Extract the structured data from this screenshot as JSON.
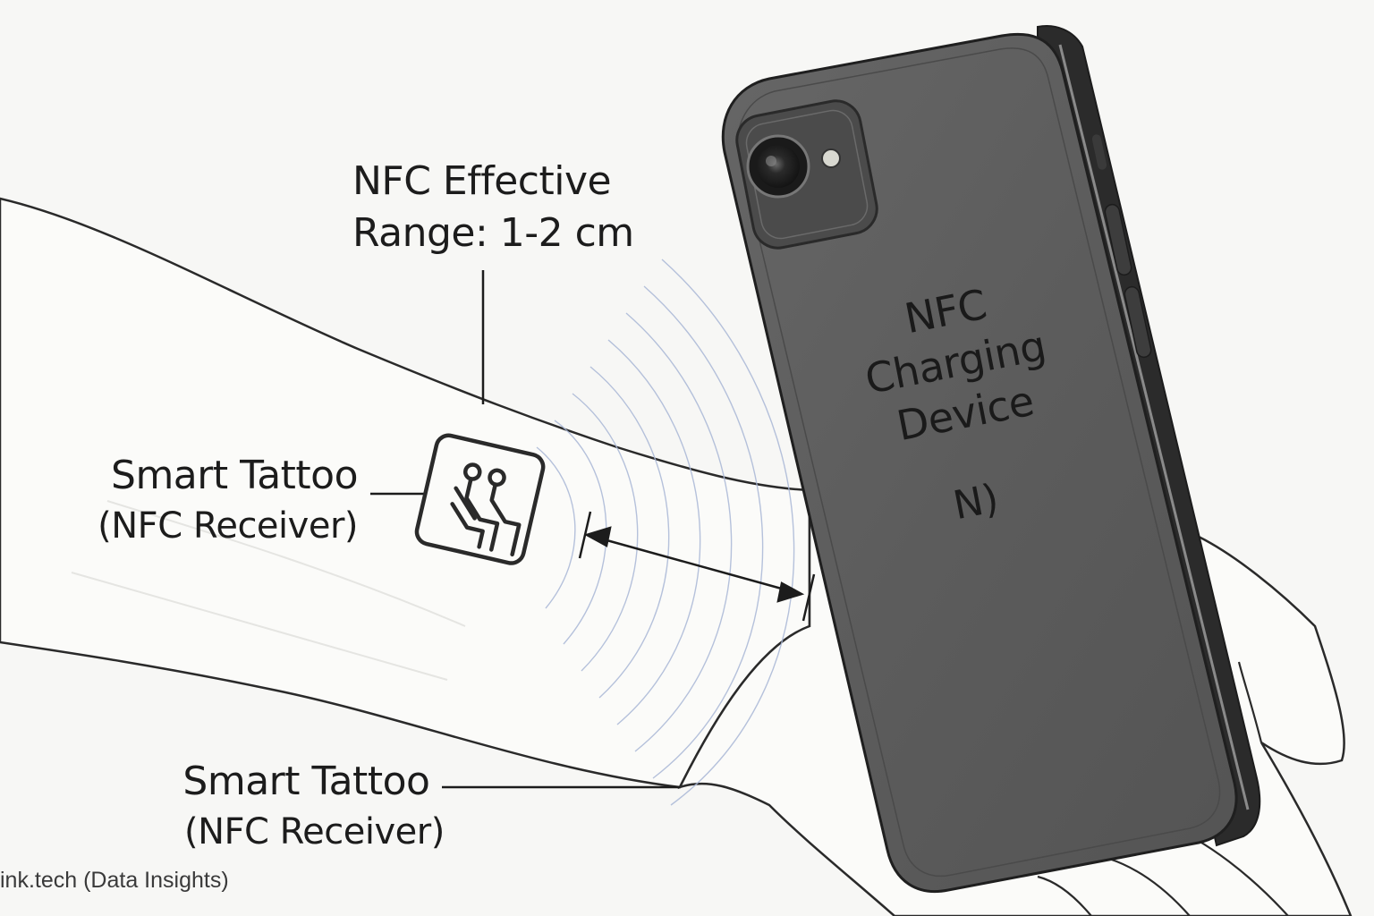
{
  "range_label": {
    "line1": "NFC Effective",
    "line2": "Range: 1-2 cm"
  },
  "tattoo_label_upper": {
    "title": "Smart Tattoo",
    "subtitle": "(NFC Receiver)"
  },
  "tattoo_label_lower": {
    "title": "Smart Tattoo",
    "subtitle": "(NFC Receiver)"
  },
  "phone": {
    "line1": "NFC",
    "line2": "Charging",
    "line3": "Device",
    "nfc_logo": "N)",
    "body_color": "#5d5d5d"
  },
  "tattoo_icon": "circuit-chip-icon",
  "source": "ink.tech (Data Insights)",
  "colors": {
    "wave": "#a9b7d6",
    "skin": "#fbfbf9",
    "outline": "#2a2a2a"
  }
}
